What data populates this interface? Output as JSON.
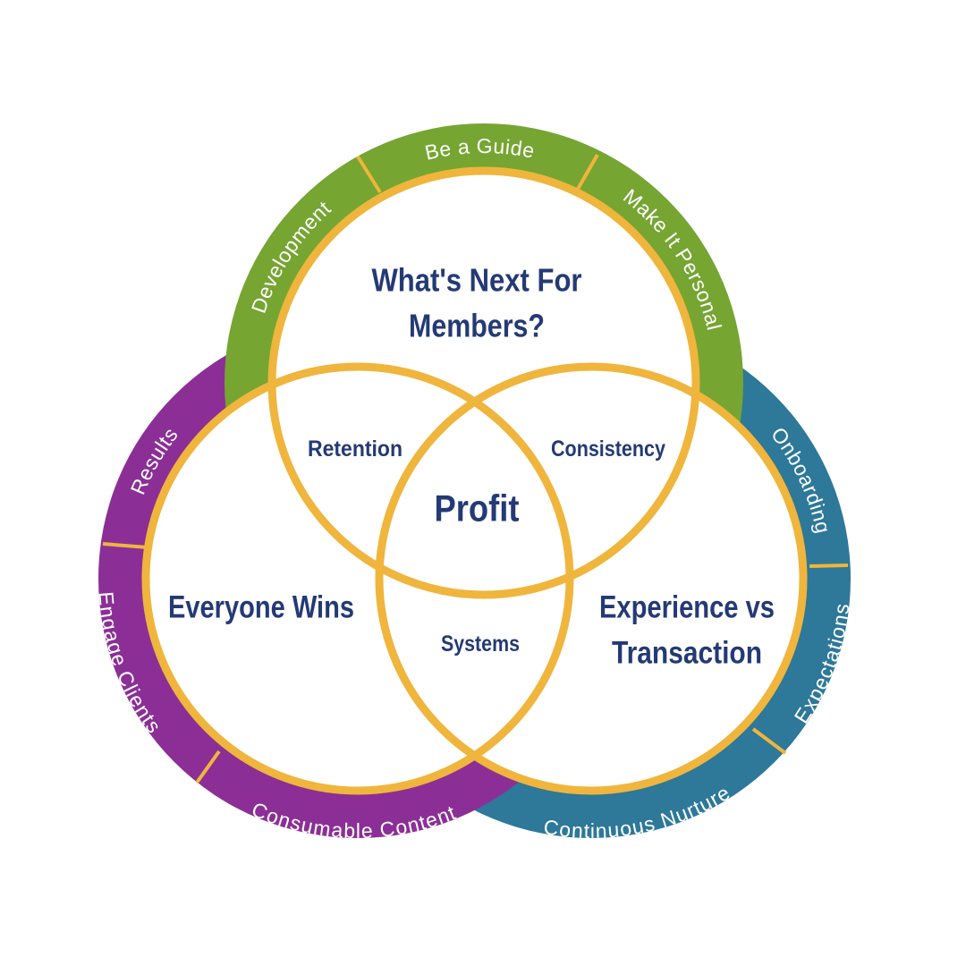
{
  "colors": {
    "green": "#76a532",
    "purple": "#8b2f96",
    "blue": "#2e7899",
    "ring": "#f0b53c",
    "text": "#243a75"
  },
  "circles": {
    "top": {
      "title_line1": "What's Next For",
      "title_line2": "Members?"
    },
    "left": {
      "title": "Everyone Wins"
    },
    "right": {
      "title_line1": "Experience vs",
      "title_line2": "Transaction"
    }
  },
  "overlaps": {
    "top_left": "Retention",
    "top_right": "Consistency",
    "left_right": "Systems",
    "center": "Profit"
  },
  "bands": {
    "green": [
      "Development",
      "Be a Guide",
      "Make It Personal"
    ],
    "purple": [
      "Results",
      "Engage Clients",
      "Consumable Content"
    ],
    "blue": [
      "Onboarding",
      "Expectations",
      "Continuous Nurture"
    ]
  }
}
